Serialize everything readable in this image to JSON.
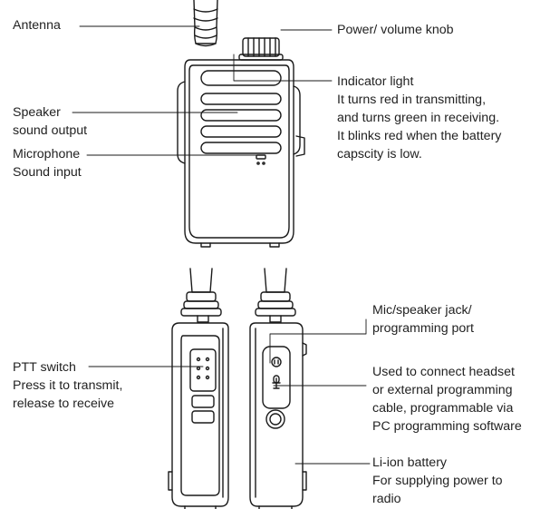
{
  "labels": {
    "antenna": [
      "Antenna"
    ],
    "knob": [
      "Power/ volume knob"
    ],
    "indicator": [
      "Indicator light",
      "It turns red in transmitting,",
      "and turns green in receiving.",
      "It blinks red when the battery",
      "capscity is low."
    ],
    "speaker": [
      "Speaker",
      "sound output"
    ],
    "microphone": [
      "Microphone",
      "Sound input"
    ],
    "jack": [
      "Mic/speaker jack/",
      "programming port"
    ],
    "headset": [
      "Used to connect headset",
      "or external programming",
      "cable, programmable via",
      "PC programming software"
    ],
    "ptt": [
      "PTT switch",
      "Press it to transmit,",
      "release to receive"
    ],
    "battery": [
      "Li-ion battery",
      "For supplying power to",
      "radio"
    ]
  },
  "colors": {
    "ink": "#1a1a1a",
    "text": "#222222",
    "background": "#ffffff"
  }
}
